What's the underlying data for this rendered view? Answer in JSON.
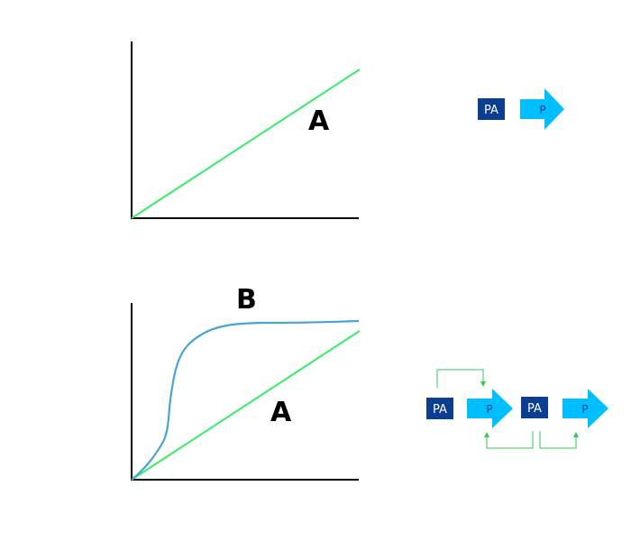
{
  "top_panel": {
    "curve_a_label": "A",
    "pathway": {
      "pa_label": "PA",
      "p_label": "P"
    }
  },
  "bottom_panel": {
    "curve_b_label": "B",
    "curve_a_label": "A",
    "pathway": {
      "pa1_label": "PA",
      "p1_label": "P",
      "pa2_label": "PA",
      "p2_label": "P"
    }
  },
  "colors": {
    "axis": "#000000",
    "line_a": "#33ee66",
    "curve_b": "#4aa3d6",
    "pa_box": "#0b3d91",
    "p_arrow": "#00bfff",
    "feedback_arrow": "#34c759"
  }
}
